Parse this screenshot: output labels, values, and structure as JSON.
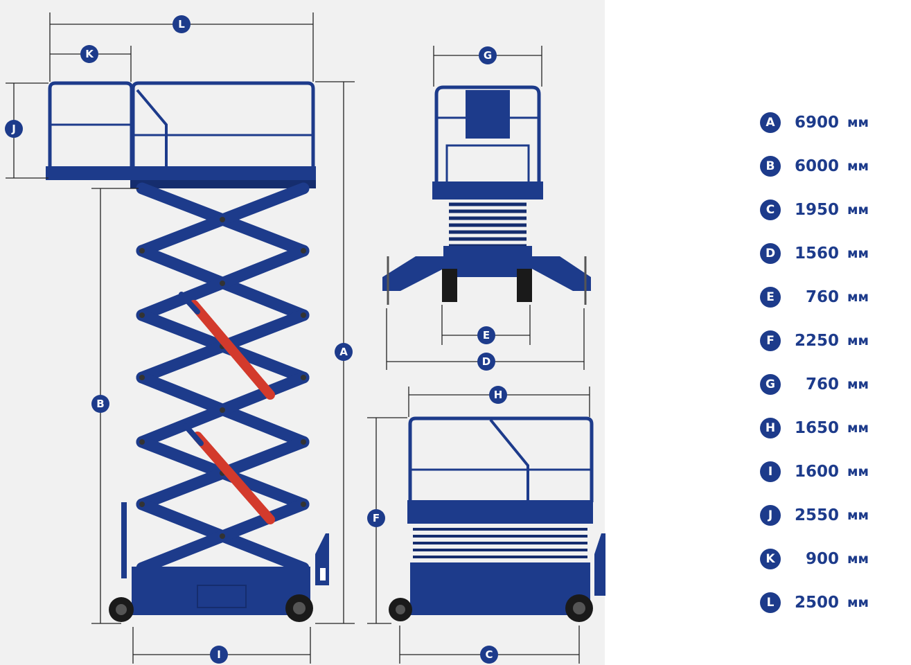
{
  "colors": {
    "frame_blue": "#1d3b8b",
    "dim_line": "#222222",
    "cylinder_red": "#d33a2c",
    "background_panel": "#f1f1f1"
  },
  "labels": [
    "A",
    "B",
    "C",
    "D",
    "E",
    "F",
    "G",
    "H",
    "I",
    "J",
    "K",
    "L"
  ],
  "legend": [
    {
      "letter": "A",
      "value": "6900",
      "unit": "мм"
    },
    {
      "letter": "B",
      "value": "6000",
      "unit": "мм"
    },
    {
      "letter": "C",
      "value": "1950",
      "unit": "мм"
    },
    {
      "letter": "D",
      "value": "1560",
      "unit": "мм"
    },
    {
      "letter": "E",
      "value": "760",
      "unit": "мм"
    },
    {
      "letter": "F",
      "value": "2250",
      "unit": "мм"
    },
    {
      "letter": "G",
      "value": "760",
      "unit": "мм"
    },
    {
      "letter": "H",
      "value": "1650",
      "unit": "мм"
    },
    {
      "letter": "I",
      "value": "1600",
      "unit": "мм"
    },
    {
      "letter": "J",
      "value": "2550",
      "unit": "мм"
    },
    {
      "letter": "K",
      "value": "900",
      "unit": "мм"
    },
    {
      "letter": "L",
      "value": "2500",
      "unit": "мм"
    }
  ]
}
